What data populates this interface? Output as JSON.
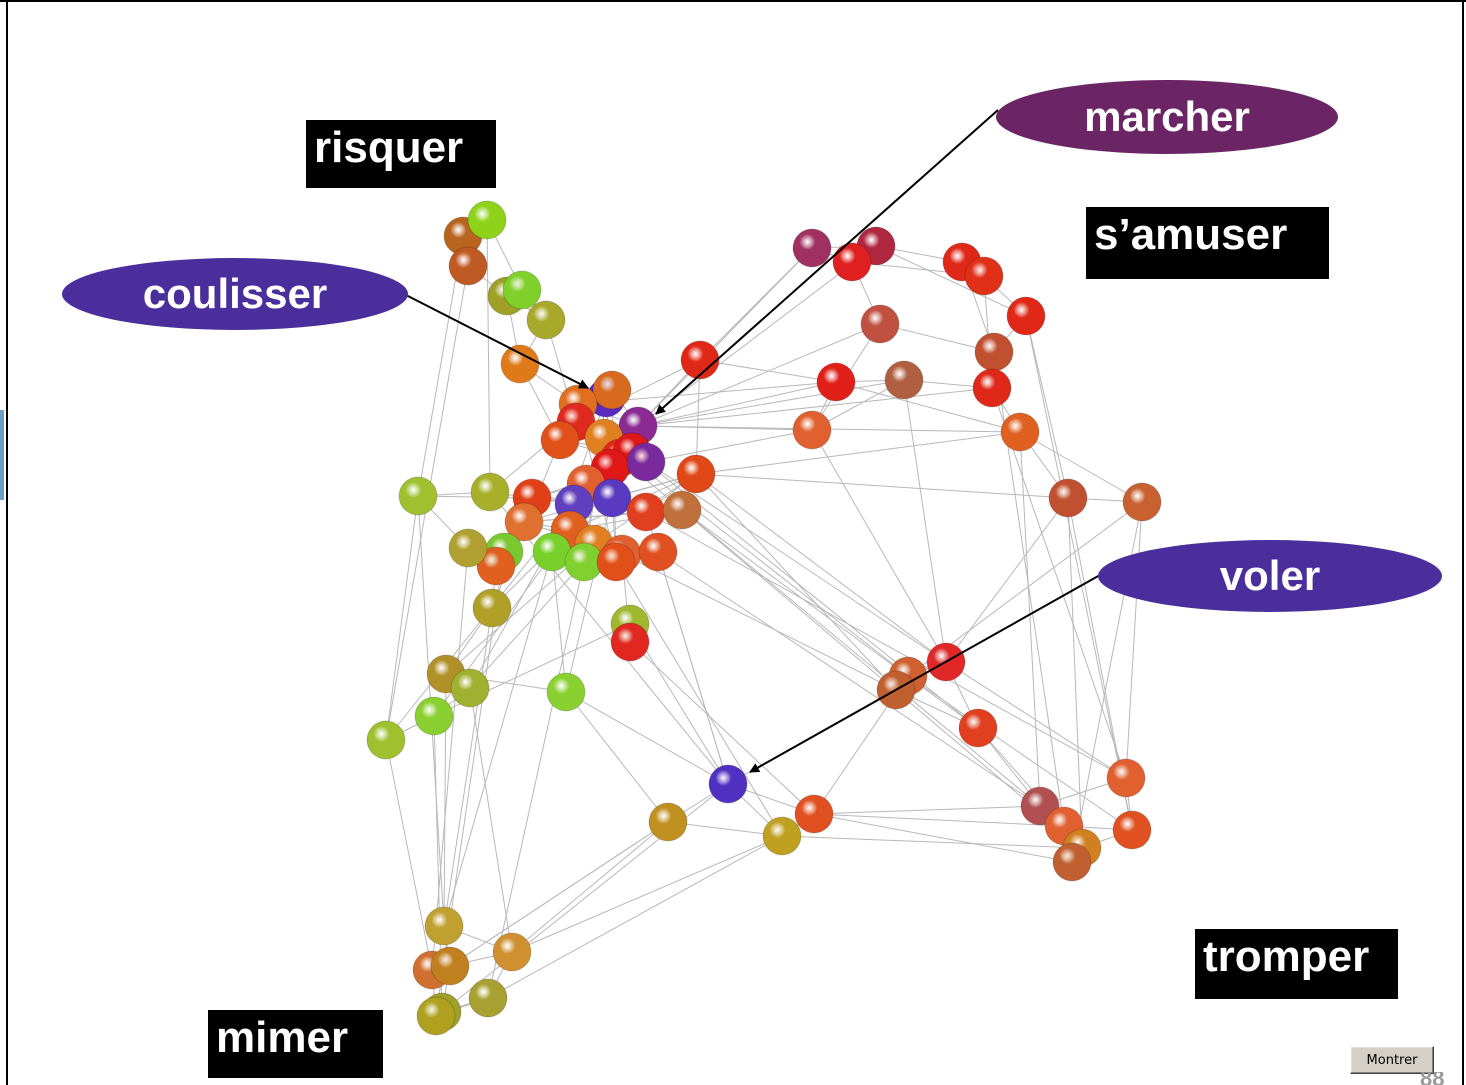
{
  "labels": {
    "risquer": "risquer",
    "s_amuser": "s’amuser",
    "tromper": "tromper",
    "mimer": "mimer"
  },
  "callouts": {
    "marcher": "marcher",
    "coulisser": "coulisser",
    "voler": "voler"
  },
  "button": {
    "show_label": "Montrer"
  },
  "corner_mark": "88",
  "colors": {
    "marcher_oval": "#6b2564",
    "verb_oval": "#4a2f9c",
    "label_bg": "#000000",
    "edge": "#b8b8b8"
  }
}
